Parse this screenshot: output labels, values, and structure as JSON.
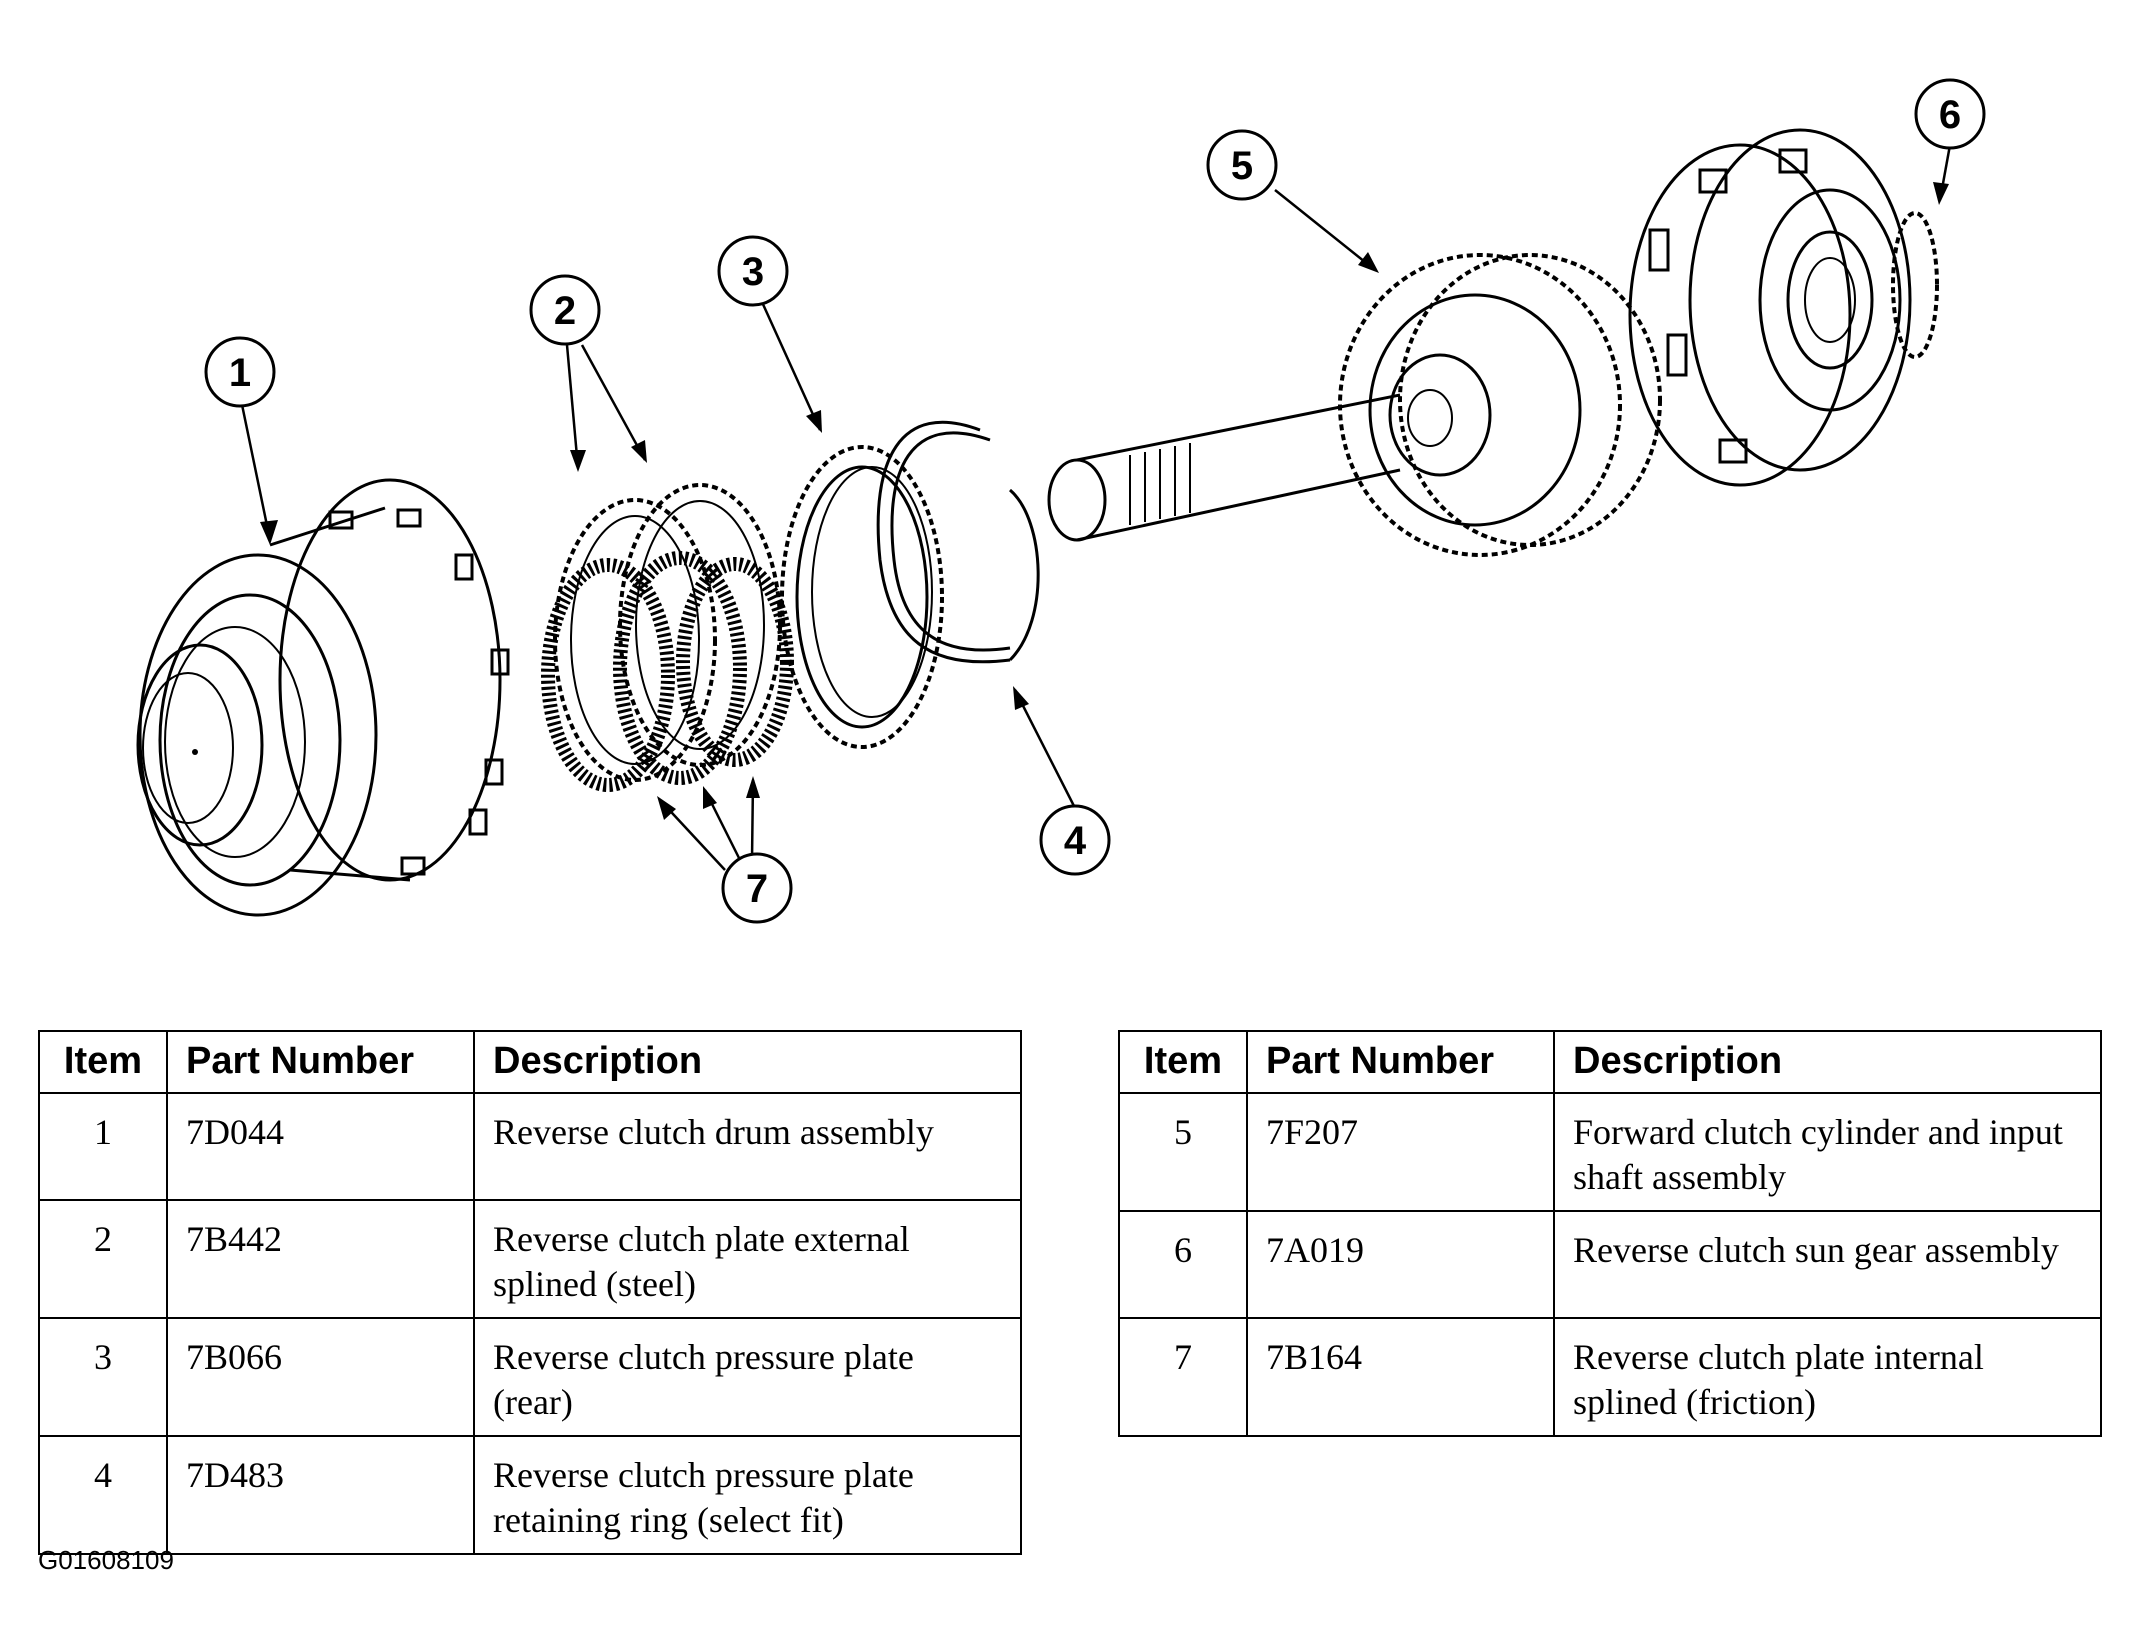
{
  "callouts": [
    "1",
    "2",
    "3",
    "4",
    "5",
    "6",
    "7"
  ],
  "table_left": {
    "headers": {
      "item": "Item",
      "part_number": "Part Number",
      "description": "Description"
    },
    "rows": [
      {
        "item": "1",
        "part_number": "7D044",
        "description": "Reverse clutch drum assembly"
      },
      {
        "item": "2",
        "part_number": "7B442",
        "description": "Reverse clutch plate external splined (steel)"
      },
      {
        "item": "3",
        "part_number": "7B066",
        "description": "Reverse clutch pressure plate (rear)"
      },
      {
        "item": "4",
        "part_number": "7D483",
        "description": "Reverse clutch pressure plate retaining ring (select fit)"
      }
    ]
  },
  "table_right": {
    "headers": {
      "item": "Item",
      "part_number": "Part Number",
      "description": "Description"
    },
    "rows": [
      {
        "item": "5",
        "part_number": "7F207",
        "description": "Forward clutch cylinder and input shaft assembly"
      },
      {
        "item": "6",
        "part_number": "7A019",
        "description": "Reverse clutch sun gear assembly"
      },
      {
        "item": "7",
        "part_number": "7B164",
        "description": "Reverse clutch plate internal splined (friction)"
      }
    ]
  },
  "figure_code": "G01608109"
}
